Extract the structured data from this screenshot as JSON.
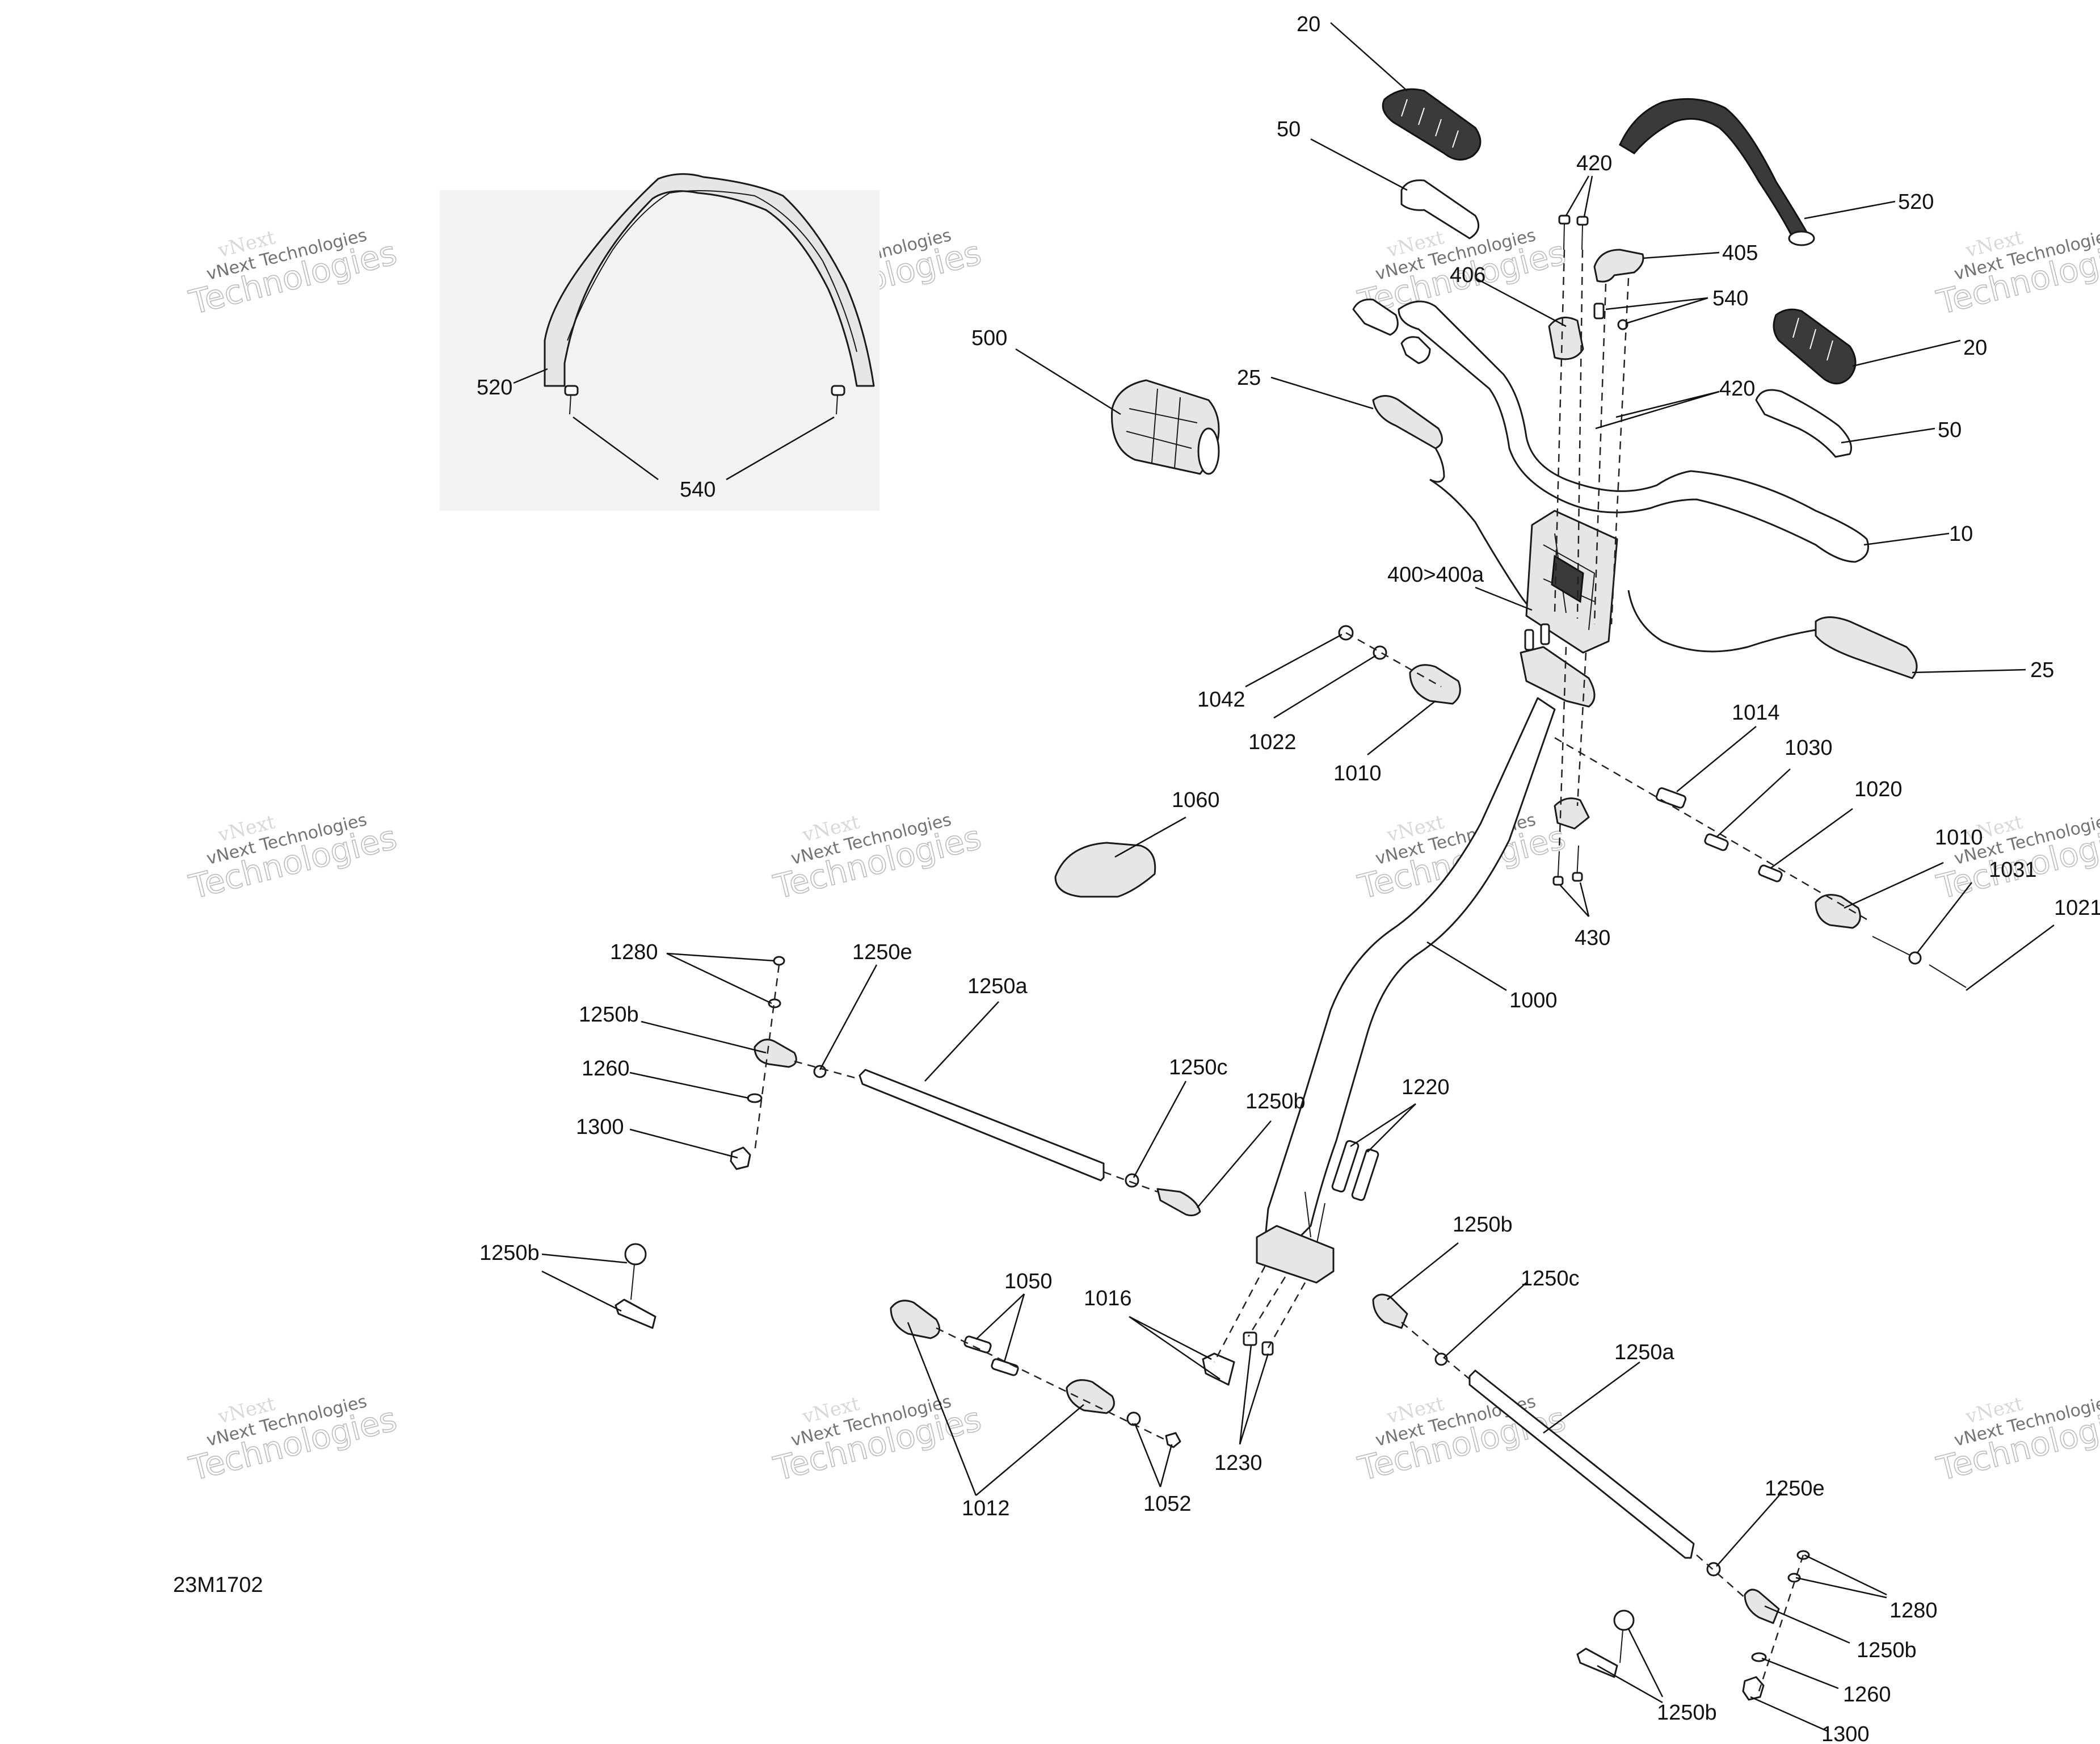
{
  "diagram_code": "23M1702",
  "watermark": {
    "line1": "vNext",
    "line2": "vNext Technologies",
    "line3": "Technologies"
  },
  "callouts": {
    "c20a": "20",
    "c20b": "20",
    "c50a": "50",
    "c50b": "50",
    "c420a": "420",
    "c420b": "420",
    "c520a": "520",
    "c520b": "520",
    "c405": "405",
    "c406": "406",
    "c540a": "540",
    "c540b": "540",
    "c500": "500",
    "c25a": "25",
    "c25b": "25",
    "c10": "10",
    "c400": "400>400a",
    "c1042": "1042",
    "c1022": "1022",
    "c1010a": "1010",
    "c1010b": "1010",
    "c1014": "1014",
    "c1030": "1030",
    "c1020": "1020",
    "c1031": "1031",
    "c1021": "1021",
    "c1060": "1060",
    "c430": "430",
    "c1000": "1000",
    "c1280a": "1280",
    "c1280b": "1280",
    "c1250ea": "1250e",
    "c1250eb": "1250e",
    "c1250aa": "1250a",
    "c1250ab": "1250a",
    "c1250ba": "1250b",
    "c1250bb": "1250b",
    "c1250bc": "1250b",
    "c1250bd": "1250b",
    "c1250be": "1250b",
    "c1250bf": "1250b",
    "c1260a": "1260",
    "c1260b": "1260",
    "c1300a": "1300",
    "c1300b": "1300",
    "c1250ca": "1250c",
    "c1250cb": "1250c",
    "c1220": "1220",
    "c1050": "1050",
    "c1016": "1016",
    "c1012": "1012",
    "c1052": "1052",
    "c1230": "1230"
  }
}
